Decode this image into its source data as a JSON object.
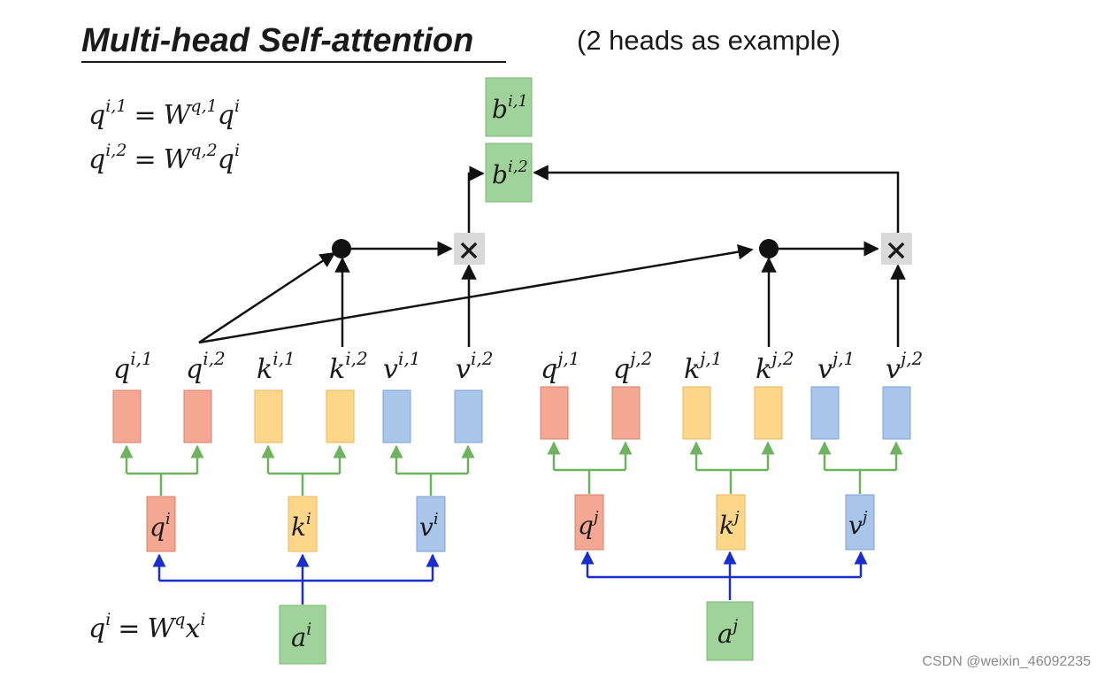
{
  "title": "Multi-head Self-attention",
  "subtitle": "(2 heads as example)",
  "watermark": "CSDN @weixin_46092235",
  "equations": {
    "q1": {
      "lhs_base": "q",
      "lhs_sup": "i,1",
      "eq": "=",
      "w_base": "W",
      "w_sup": "q,1",
      "rhs_base": "q",
      "rhs_sup": "i"
    },
    "q2": {
      "lhs_base": "q",
      "lhs_sup": "i,2",
      "eq": "=",
      "w_base": "W",
      "w_sup": "q,2",
      "rhs_base": "q",
      "rhs_sup": "i"
    },
    "q0": {
      "lhs_base": "q",
      "lhs_sup": "i",
      "eq": "=",
      "w_base": "W",
      "w_sup": "q",
      "rhs_base": "x",
      "rhs_sup": "i"
    }
  },
  "outputs": [
    {
      "base": "b",
      "sup": "i,1"
    },
    {
      "base": "b",
      "sup": "i,2"
    }
  ],
  "ops": {
    "multiply_symbol": "×"
  },
  "head_labels": [
    {
      "base": "q",
      "sup": "i,1"
    },
    {
      "base": "q",
      "sup": "i,2"
    },
    {
      "base": "k",
      "sup": "i,1"
    },
    {
      "base": "k",
      "sup": "i,2"
    },
    {
      "base": "v",
      "sup": "i,1"
    },
    {
      "base": "v",
      "sup": "i,2"
    },
    {
      "base": "q",
      "sup": "j,1"
    },
    {
      "base": "q",
      "sup": "j,2"
    },
    {
      "base": "k",
      "sup": "j,1"
    },
    {
      "base": "k",
      "sup": "j,2"
    },
    {
      "base": "v",
      "sup": "j,1"
    },
    {
      "base": "v",
      "sup": "j,2"
    }
  ],
  "mid_labels": [
    {
      "base": "q",
      "sup": "i"
    },
    {
      "base": "k",
      "sup": "i"
    },
    {
      "base": "v",
      "sup": "i"
    },
    {
      "base": "q",
      "sup": "j"
    },
    {
      "base": "k",
      "sup": "j"
    },
    {
      "base": "v",
      "sup": "j"
    }
  ],
  "inputs": [
    {
      "base": "a",
      "sup": "i"
    },
    {
      "base": "a",
      "sup": "j"
    }
  ],
  "colors": {
    "q": "#f4a792",
    "q_stroke": "#d97f68",
    "k": "#fdd68a",
    "k_stroke": "#e8b65c",
    "v": "#a9c6ea",
    "v_stroke": "#7ea3d4",
    "green_box": "#9fd39a",
    "green_stroke": "#79b673",
    "green_line": "#6db35e",
    "blue_line": "#1a2ecf",
    "mult_box": "#d9d9d9"
  }
}
